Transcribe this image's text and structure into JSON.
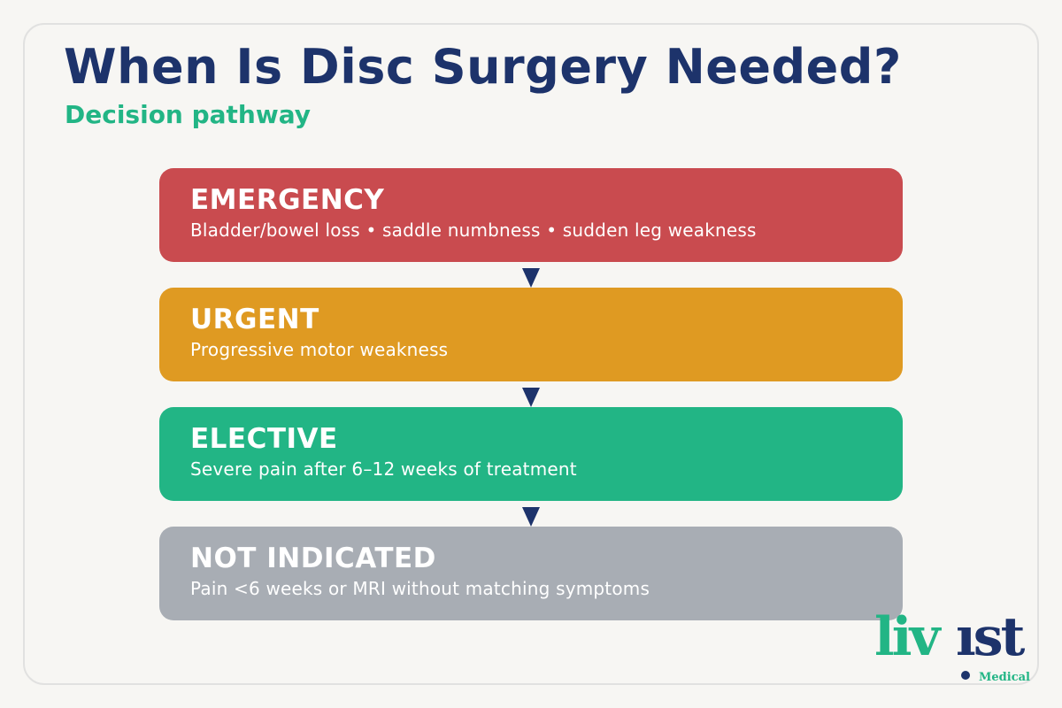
{
  "header": {
    "title": "When Is Disc Surgery Needed?",
    "subtitle": "Decision pathway"
  },
  "steps": [
    {
      "title": "EMERGENCY",
      "description": "Bladder/bowel loss • saddle numbness • sudden leg weakness",
      "color": "#c94b4f"
    },
    {
      "title": "URGENT",
      "description": "Progressive motor weakness",
      "color": "#df9a22"
    },
    {
      "title": "ELECTIVE",
      "description": "Severe pain after 6–12 weeks of treatment",
      "color": "#22b585"
    },
    {
      "title": "NOT INDICATED",
      "description": "Pain <6 weeks or MRI without matching symptoms",
      "color": "#a8adb4"
    }
  ],
  "logo": {
    "brand_part1": "liv",
    "brand_part2": "ıst",
    "tagline": "Medical"
  },
  "colors": {
    "primary_navy": "#1d336b",
    "accent_green": "#22b585",
    "background": "#f7f6f3"
  },
  "icons": {
    "flow_arrow": "down-triangle-icon"
  }
}
